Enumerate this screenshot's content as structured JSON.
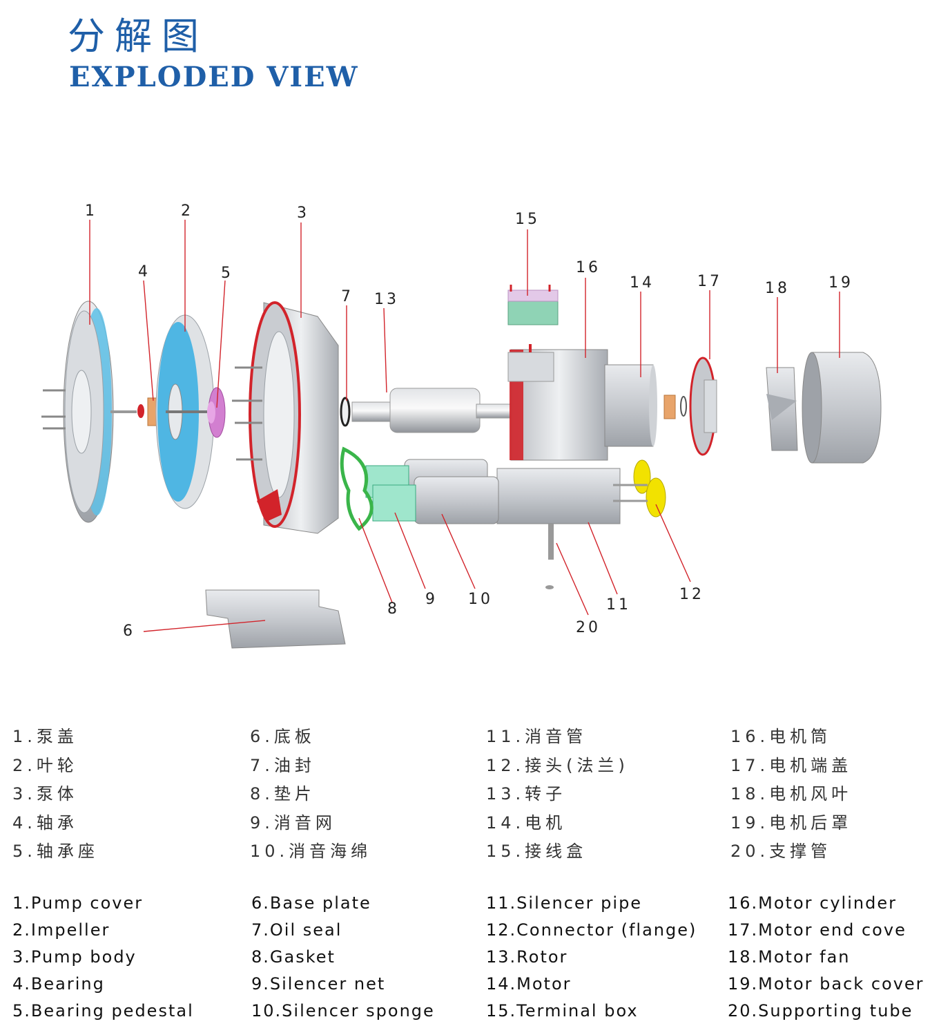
{
  "header": {
    "title_cn": "分解图",
    "title_en": "EXPLODED VIEW"
  },
  "callouts": [
    "1",
    "2",
    "3",
    "4",
    "5",
    "6",
    "7",
    "8",
    "9",
    "10",
    "11",
    "12",
    "13",
    "14",
    "15",
    "16",
    "17",
    "18",
    "19",
    "20"
  ],
  "colors": {
    "accent": "#1f5fa8",
    "leader_line": "#d2232a",
    "metal": "#c9ccd1",
    "impeller_blue": "#4fb6e3",
    "gasket_green": "#3ab54a",
    "flange_yellow": "#f2e200",
    "pedestal_pink": "#d27fd0",
    "bearing_copper": "#e8a46a",
    "terminal_box": "#8fd3b5"
  },
  "legend_cn": [
    [
      "1.泵盖",
      "2.叶轮",
      "3.泵体",
      "4.轴承",
      "5.轴承座"
    ],
    [
      "6.底板",
      "7.油封",
      "8.垫片",
      "9.消音网",
      "10.消音海绵"
    ],
    [
      "11.消音管",
      "12.接头(法兰)",
      "13.转子",
      "14.电机",
      "15.接线盒"
    ],
    [
      "16.电机筒",
      "17.电机端盖",
      "18.电机风叶",
      "19.电机后罩",
      "20.支撑管"
    ]
  ],
  "legend_en": [
    [
      "1.Pump cover",
      "2.Impeller",
      "3.Pump body",
      "4.Bearing",
      "5.Bearing pedestal"
    ],
    [
      "6.Base plate",
      "7.Oil seal",
      "8.Gasket",
      "9.Silencer net",
      "10.Silencer sponge"
    ],
    [
      "11.Silencer pipe",
      "12.Connector (flange)",
      "13.Rotor",
      "14.Motor",
      "15.Terminal box"
    ],
    [
      "16.Motor cylinder",
      "17.Motor end cove",
      "18.Motor fan",
      "19.Motor back cover",
      "20.Supporting tube"
    ]
  ]
}
